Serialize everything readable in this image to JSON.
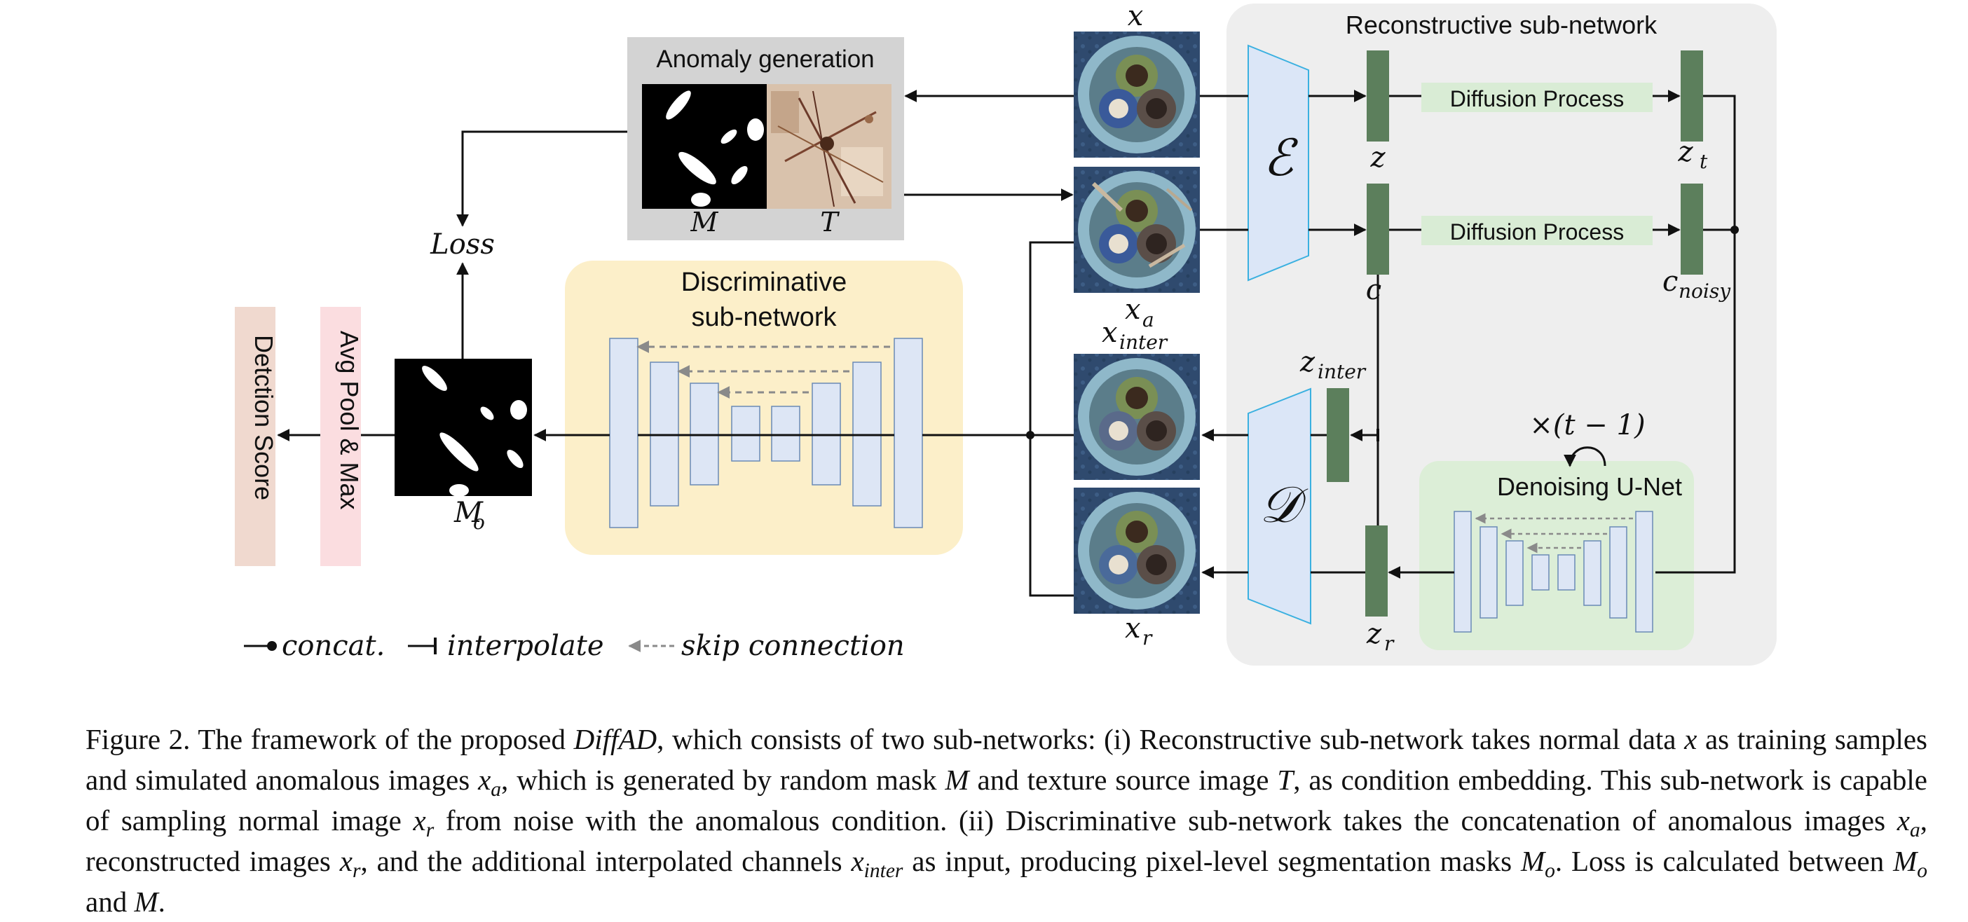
{
  "figure": {
    "reconstructive": {
      "title": "Reconstructive sub-network",
      "diffusion_1": "Diffusion Process",
      "diffusion_2": "Diffusion Process",
      "encoder": "ℰ",
      "decoder": "𝒟",
      "denoising": "Denoising U-Net",
      "repeat": "×(t − 1)"
    },
    "anomaly": {
      "title": "Anomaly generation",
      "mask": "M",
      "texture": "T"
    },
    "discriminative": {
      "title_1": "Discriminative",
      "title_2": "sub-network"
    },
    "labels": {
      "x": "x",
      "x_a": "x",
      "x_a_sub": "a",
      "x_inter": "x",
      "x_inter_sub": "inter",
      "x_r": "x",
      "x_r_sub": "r",
      "z": "z",
      "z_t": "z",
      "z_t_sub": "t",
      "c": "c",
      "c_noisy": "c",
      "c_noisy_sub": "noisy",
      "z_inter": "z",
      "z_inter_sub": "inter",
      "z_r": "z",
      "z_r_sub": "r",
      "m_o": "M",
      "m_o_sub": "o",
      "loss": "Loss"
    },
    "left": {
      "detection": "Detction Score",
      "avgpool": "Avg Pool & Max"
    },
    "legend": {
      "concat": "concat.",
      "interpolate": "interpolate",
      "skip": "skip connection"
    }
  },
  "caption": {
    "label": "Figure 2.",
    "t1": " The framework of the proposed ",
    "diffad": "DiffAD",
    "t2": ", which consists of two sub-networks: (i) Reconstructive sub-network takes normal data ",
    "x1": "x",
    "t3": " as training samples and simulated anomalous images ",
    "xa1": "x",
    "xa1_sub": "a",
    "t4": ", which is generated by random mask ",
    "m1": "M",
    "t5": " and texture source image ",
    "t_img": "T",
    "t6": ", as condition embedding. This sub-network is capable of sampling normal image ",
    "xr1": "x",
    "xr1_sub": "r",
    "t7": " from noise with the anomalous condition. (ii) Discriminative sub-network takes the concatenation of anomalous images ",
    "xa2": "x",
    "xa2_sub": "a",
    "t8": ", reconstructed images ",
    "xr2": "x",
    "xr2_sub": "r",
    "t9": ", and the additional interpolated channels ",
    "xi": "x",
    "xi_sub": "inter",
    "t10": " as input, producing pixel-level segmentation masks ",
    "mo": "M",
    "mo_sub": "o",
    "t11": ". Loss is calculated between ",
    "mo2": "M",
    "mo2_sub": "o",
    "t12": " and ",
    "m2": "M",
    "t13": "."
  },
  "colors": {
    "panel_gray": "#eeeeee",
    "unet_green": "#dceed7",
    "latent_green": "#5c7f5c",
    "diffusion_green": "#d9ecd5",
    "disc_yellow": "#fcefc9",
    "block_blue": "#dde6f5",
    "trap_blue": "#dbe6f7",
    "pink_det": "#f0d9cf",
    "pink_pool": "#fbdde0"
  }
}
